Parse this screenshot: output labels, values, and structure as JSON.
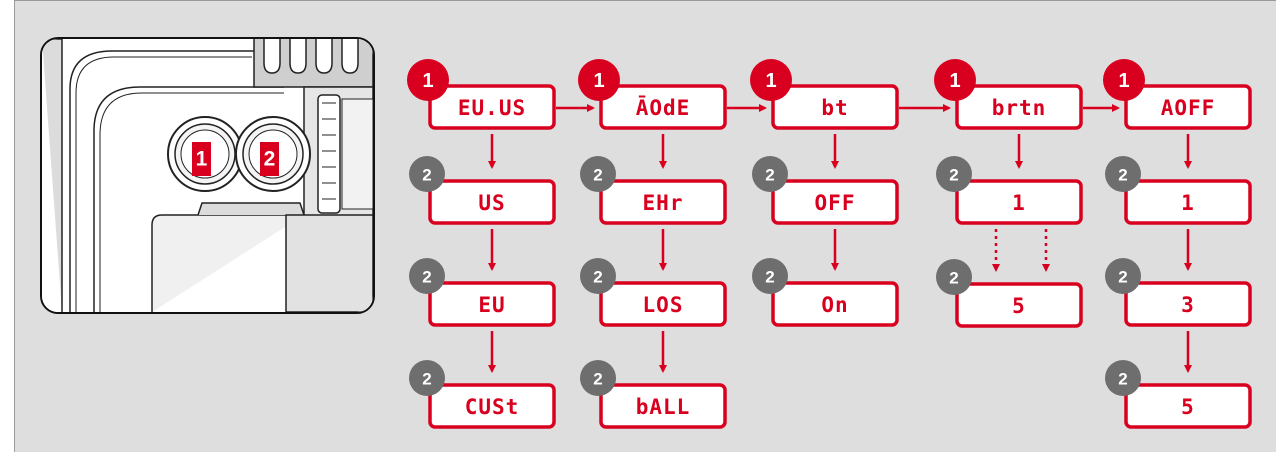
{
  "colors": {
    "accent": "#d9001f",
    "badge_secondary": "#6e6e6e",
    "background": "#dedede"
  },
  "photo": {
    "button_1_label": "1",
    "button_2_label": "2"
  },
  "columns": [
    {
      "name": "evus",
      "primary": {
        "badge": "1",
        "text": "EU.US"
      },
      "items": [
        {
          "badge": "2",
          "text": "US"
        },
        {
          "badge": "2",
          "text": "EU"
        },
        {
          "badge": "2",
          "text": "CUSt"
        }
      ],
      "range": false
    },
    {
      "name": "mode",
      "primary": {
        "badge": "1",
        "text": "ĀOdE"
      },
      "items": [
        {
          "badge": "2",
          "text": "EHr"
        },
        {
          "badge": "2",
          "text": "LOS"
        },
        {
          "badge": "2",
          "text": "bALL"
        }
      ],
      "range": false
    },
    {
      "name": "bt",
      "primary": {
        "badge": "1",
        "text": "bt"
      },
      "items": [
        {
          "badge": "2",
          "text": "OFF"
        },
        {
          "badge": "2",
          "text": "On"
        }
      ],
      "range": false
    },
    {
      "name": "brtn",
      "primary": {
        "badge": "1",
        "text": "brtn"
      },
      "items": [
        {
          "badge": "2",
          "text": "1"
        },
        {
          "badge": "2",
          "text": "5"
        }
      ],
      "range": true
    },
    {
      "name": "aoff",
      "primary": {
        "badge": "1",
        "text": "AOFF"
      },
      "items": [
        {
          "badge": "2",
          "text": "1"
        },
        {
          "badge": "2",
          "text": "3"
        },
        {
          "badge": "2",
          "text": "5"
        }
      ],
      "range": false
    }
  ]
}
